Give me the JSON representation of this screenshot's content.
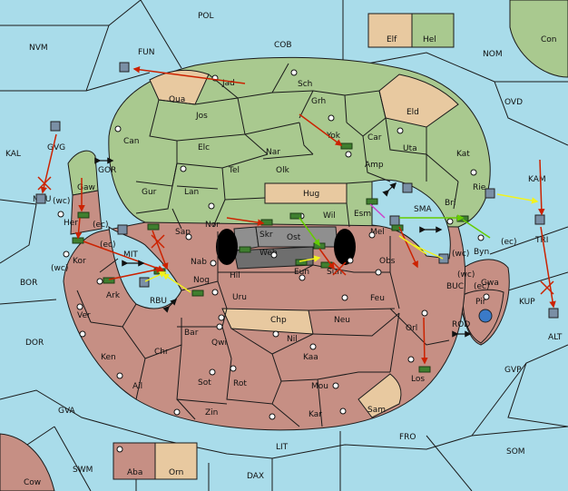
{
  "colors": {
    "sea": "#a9dcea",
    "green": "#a9c98f",
    "brown": "#c68f84",
    "tan": "#e8c9a0",
    "gray": "#8f8f8f",
    "dark_gray": "#6e6e6e",
    "border": "#1a1a1a",
    "move_arrow": "#cc2200",
    "support_arrow": "#f2f21e",
    "convoy_arrow": "#66cc00",
    "retreat_arrow": "#cc44cc",
    "army_unit": "#3f7f2f"
  },
  "sea_labels": [
    "POL",
    "NVM",
    "FUN",
    "COB",
    "NOM",
    "Con",
    "OVD",
    "KAL",
    "GOR",
    "KAM",
    "MVU",
    "MIT",
    "BOR",
    "RBU",
    "SMA",
    "BUC",
    "KUP",
    "ROD",
    "DOR",
    "ALT",
    "GVP",
    "GVA",
    "FRO",
    "SOM",
    "LIT",
    "SWM",
    "Cow",
    "DAX"
  ],
  "province_labels": [
    "Elf",
    "Hel",
    "Jad",
    "Sch",
    "Qua",
    "Grh",
    "Jos",
    "Eld",
    "Can",
    "Car",
    "Uta",
    "Yok",
    "Elc",
    "Nar",
    "Amp",
    "Kat",
    "GVG",
    "Tel",
    "Olk",
    "Gaw",
    "Gur",
    "Lan",
    "Hug",
    "Rie",
    "Wil",
    "Esm",
    "Bri",
    "Nor",
    "Skr",
    "Her",
    "Sap",
    "Ost",
    "Mel",
    "Web",
    "Byn",
    "TRI",
    "Kor",
    "Nab",
    "Eun",
    "Sun",
    "Obs",
    "Hil",
    "Nog",
    "Gwa",
    "Ark",
    "Uru",
    "Feu",
    "Pir",
    "Chp",
    "Neu",
    "Ver",
    "Bar",
    "Qwi",
    "Orl",
    "Nil",
    "Ken",
    "Chr",
    "Kaa",
    "Ail",
    "Rot",
    "Sot",
    "Mou",
    "Los",
    "Zin",
    "Kar",
    "Sam",
    "Aba",
    "Orn"
  ],
  "coast_labels": [
    "(wc)",
    "(ec)",
    "(ec)",
    "(wc)",
    "(ec)",
    "(wc)",
    "(wc)",
    "(ec)"
  ],
  "legend": {
    "title": ""
  }
}
